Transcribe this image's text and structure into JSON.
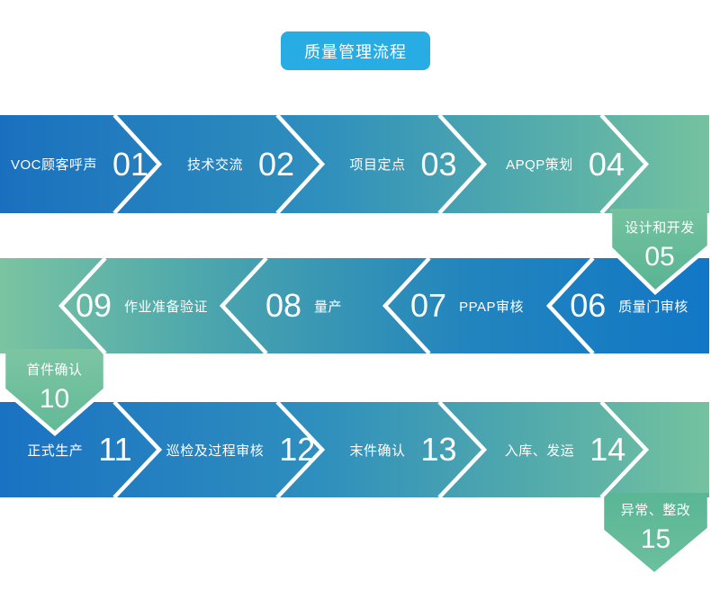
{
  "title": {
    "label": "质量管理流程"
  },
  "colors": {
    "badge_blue": "#27ace4",
    "flow_blue": "#1673c2",
    "flow_green": "#74c29f",
    "separator_white": "#ffffff",
    "text_white": "#ffffff"
  },
  "steps": [
    {
      "num": "01",
      "label": "VOC顾客呼声"
    },
    {
      "num": "02",
      "label": "技术交流"
    },
    {
      "num": "03",
      "label": "项目定点"
    },
    {
      "num": "04",
      "label": "APQP策划"
    },
    {
      "num": "05",
      "label": "设计和开发"
    },
    {
      "num": "06",
      "label": "质量门审核"
    },
    {
      "num": "07",
      "label": "PPAP审核"
    },
    {
      "num": "08",
      "label": "量产"
    },
    {
      "num": "09",
      "label": "作业准备验证"
    },
    {
      "num": "10",
      "label": "首件确认"
    },
    {
      "num": "11",
      "label": "正式生产"
    },
    {
      "num": "12",
      "label": "巡检及过程审核"
    },
    {
      "num": "13",
      "label": "末件确认"
    },
    {
      "num": "14",
      "label": "入库、发运"
    },
    {
      "num": "15",
      "label": "异常、整改"
    }
  ]
}
